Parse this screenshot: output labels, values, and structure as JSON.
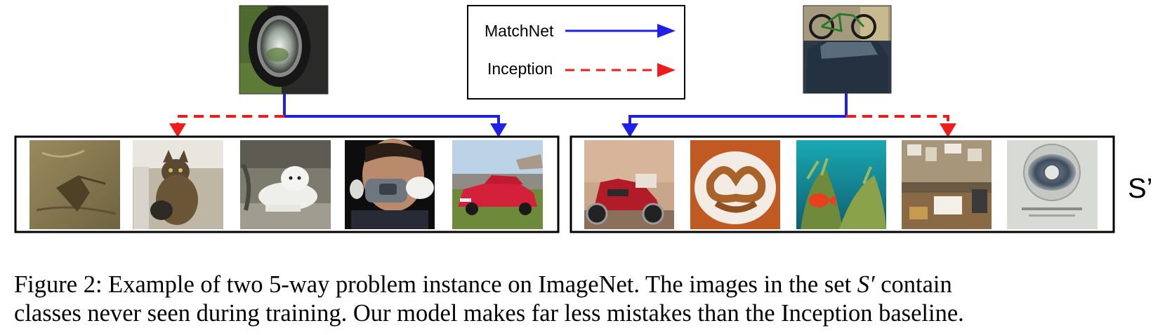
{
  "figure": {
    "legend": {
      "matchnet_label": "MatchNet",
      "inception_label": "Inception",
      "matchnet_color": "#1f1fe8",
      "inception_color": "#f01c1c"
    },
    "set_label": "S’",
    "caption": {
      "line1_before": "Figure 2: Example of two 5-way problem instance on ImageNet. The images in the set ",
      "symbol": "S′",
      "line1_after": " contain",
      "line2": "classes never seen during training. Our model makes far less mistakes than the Inception baseline."
    },
    "instances": [
      {
        "query_image": "hubcap-wheel-photo",
        "support_images": [
          "stingray-photo",
          "cat-photo",
          "white-dog-photo",
          "respirator-mask-photo",
          "red-car-photo"
        ],
        "matchnet_pick_index": 4,
        "inception_pick_index": 1
      },
      {
        "query_image": "car-roof-bicycle-photo",
        "support_images": [
          "motor-scooter-photo",
          "pretzel-photo",
          "coral-reef-fish-photo",
          "cluttered-desk-photo",
          "watch-dial-photo"
        ],
        "matchnet_pick_index": 0,
        "inception_pick_index": 3
      }
    ]
  }
}
